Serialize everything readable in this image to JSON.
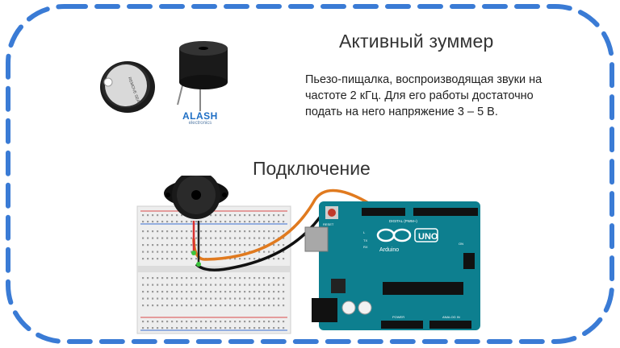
{
  "title": "Активный зуммер",
  "description": "Пьезо-пищалка, воспроизводящая звуки на частоте 2 кГц. Для его работы достаточно подать на него напряжение 3 – 5 В.",
  "section_title": "Подключение",
  "logo": {
    "brand": "ALASH",
    "sub": "electronics"
  },
  "buzzer_label": "SEALED PRESS\nREMOVE SEAL\nAFTER WASHING",
  "arduino": {
    "brand": "Arduino",
    "model": "UNO",
    "reset_label": "RESET",
    "digital_label": "DIGITAL (PWM~)",
    "power_label": "POWER",
    "analog_label": "ANALOG IN",
    "tx_label": "TX",
    "rx_label": "RX",
    "l_label": "L",
    "on_label": "ON"
  },
  "colors": {
    "frame": "#3a7bd5",
    "wire_orange": "#e07a1f",
    "wire_black": "#111111",
    "arduino_board": "#0d7f8f",
    "breadboard": "#eeeeee"
  }
}
